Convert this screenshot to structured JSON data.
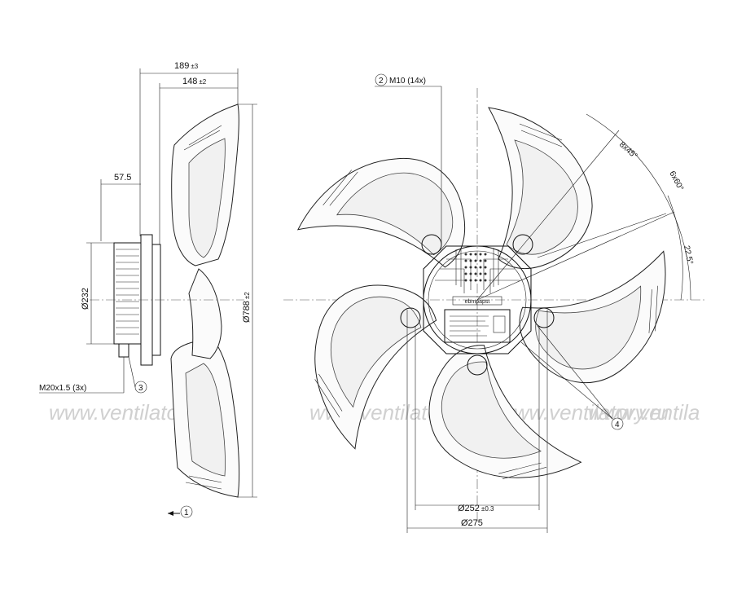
{
  "watermark": {
    "text_1": "www.ventilatory.ru",
    "text_2": "www.ventilatory.ru",
    "text_3": "www.ventilatory.ru",
    "text_4": "www.ventila"
  },
  "side_view": {
    "overall_depth": {
      "value": "189",
      "tolerance": "±3"
    },
    "blade_depth": {
      "value": "148",
      "tolerance": "±2"
    },
    "motor_offset": "57.5",
    "motor_diameter": "Ø232",
    "fan_diameter": {
      "value": "Ø788",
      "tolerance": "±2"
    },
    "cable_gland": "M20x1.5 (3x)",
    "callout_3": "3",
    "callout_1": "1"
  },
  "front_view": {
    "mounting_thread": {
      "callout": "2",
      "text": "M10 (14x)"
    },
    "angle_1": "8x45°",
    "angle_2": "6x60°",
    "angle_3": "22.5°",
    "callout_4": "4",
    "bolt_circle": {
      "value": "Ø252",
      "tolerance": "±0.3"
    },
    "hub_diameter": "Ø275",
    "brand_label": "ebmpapst"
  }
}
